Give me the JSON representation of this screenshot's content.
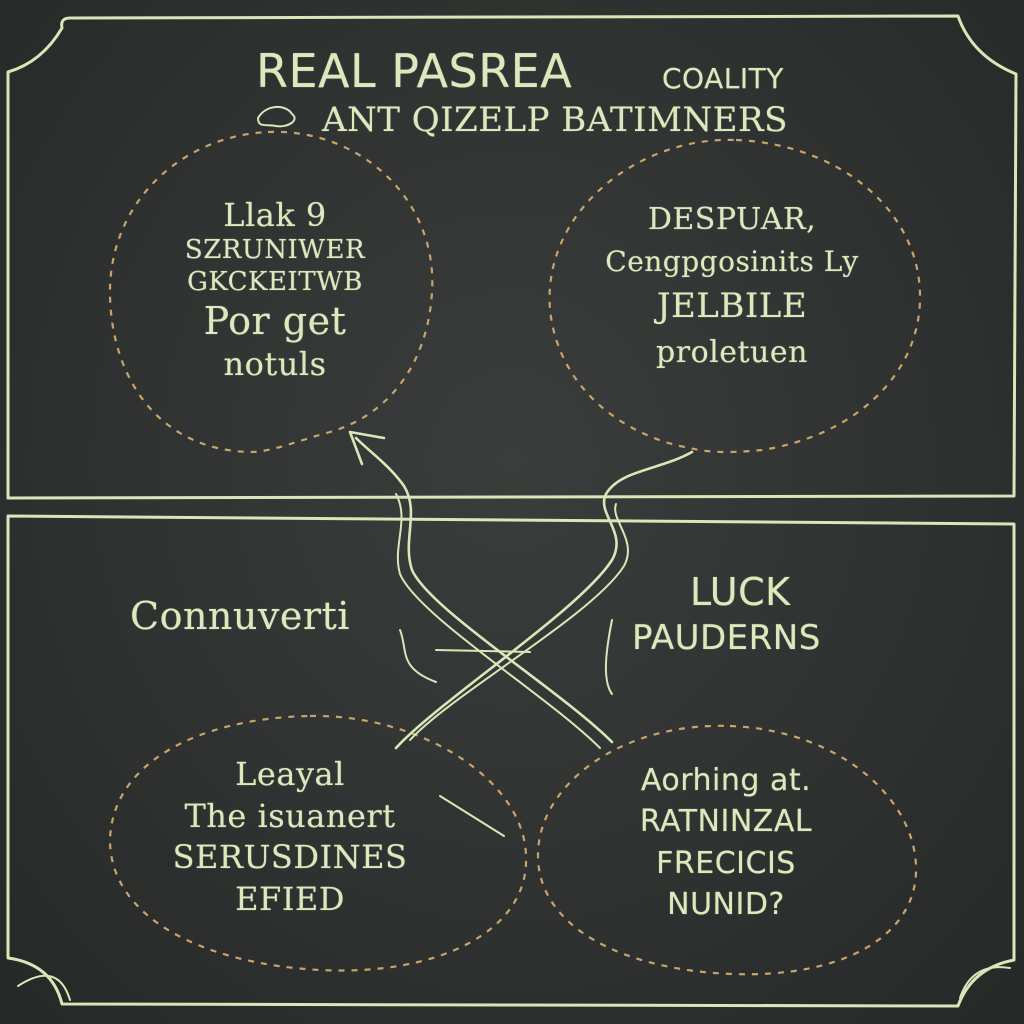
{
  "header": {
    "line1_left": "REAL PASREA",
    "line1_right": "COALITY",
    "line2": "ANT QIZELP BATIMNERS"
  },
  "bubbles": {
    "top_left": [
      "Llak 9",
      "SZRUNIWER",
      "GKCKEITWB",
      "Por get",
      "notuls"
    ],
    "top_right": [
      "DESPUAR,",
      "Cengpgosinits Ly",
      "JELBILE",
      "proletuen"
    ],
    "bottom_left": [
      "Leayal",
      "The isuanert",
      "SERUSDINES",
      "EFIED"
    ],
    "bottom_right": [
      "Aorhing at.",
      "RATNINZAL",
      "FRECICIS",
      "NUNID?"
    ]
  },
  "middle": {
    "left_label": "Connuverti",
    "right_label_1": "LUCK",
    "right_label_2": "PAUDERNS"
  },
  "colors": {
    "board": "#2e302f",
    "chalk": "#dde9bd",
    "dashed_outline": "#c9a46a"
  }
}
